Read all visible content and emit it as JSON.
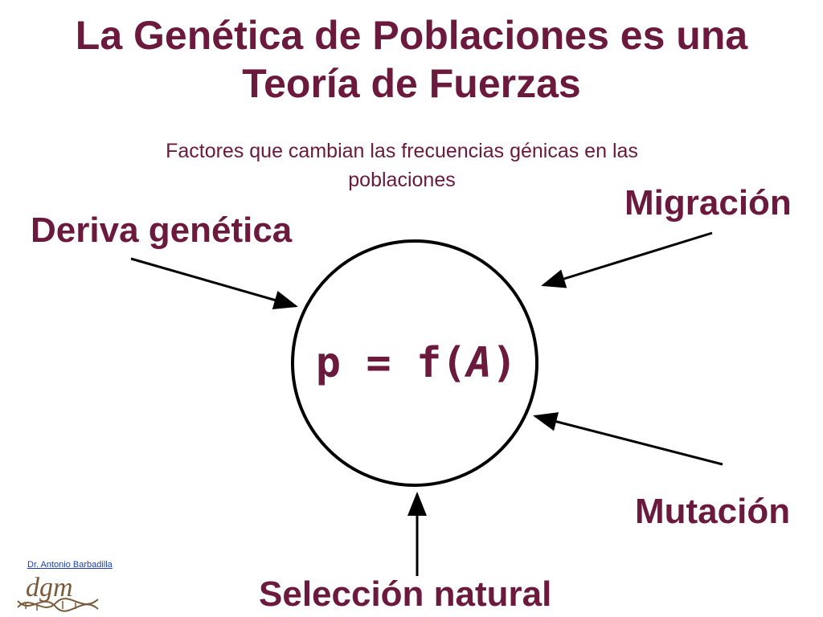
{
  "title": {
    "line1": "La Genética de Poblaciones es una",
    "line2": "Teoría de Fuerzas"
  },
  "subtitle": {
    "line1": "Factores que cambian las frecuencias génicas en las",
    "line2": "poblaciones"
  },
  "forces": {
    "deriva": "Deriva genética",
    "migracion": "Migración",
    "mutacion": "Mutación",
    "seleccion": "Selección natural"
  },
  "formula": {
    "lhs": "p = f(",
    "var": "A",
    "rhs": ")"
  },
  "footer": {
    "author": "Dr. Antonio Barbadilla",
    "logo_text": "dgm"
  },
  "colors": {
    "heading": "#6b1a3e",
    "author_link": "#1a3fb0",
    "logo": "#7a5a3a"
  },
  "icons": {
    "logo": "dna-helix-icon"
  }
}
